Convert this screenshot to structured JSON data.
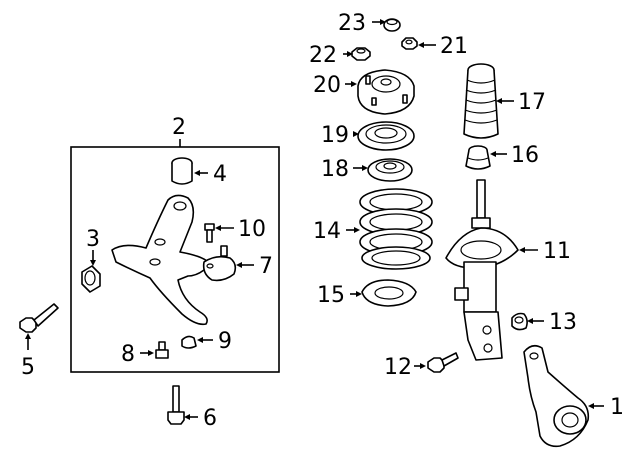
{
  "diagram": {
    "callouts": {
      "c1": "1",
      "c2": "2",
      "c3": "3",
      "c4": "4",
      "c5": "5",
      "c6": "6",
      "c7": "7",
      "c8": "8",
      "c9": "9",
      "c10": "10",
      "c11": "11",
      "c12": "12",
      "c13": "13",
      "c14": "14",
      "c15": "15",
      "c16": "16",
      "c17": "17",
      "c18": "18",
      "c19": "19",
      "c20": "20",
      "c21": "21",
      "c22": "22",
      "c23": "23"
    }
  }
}
